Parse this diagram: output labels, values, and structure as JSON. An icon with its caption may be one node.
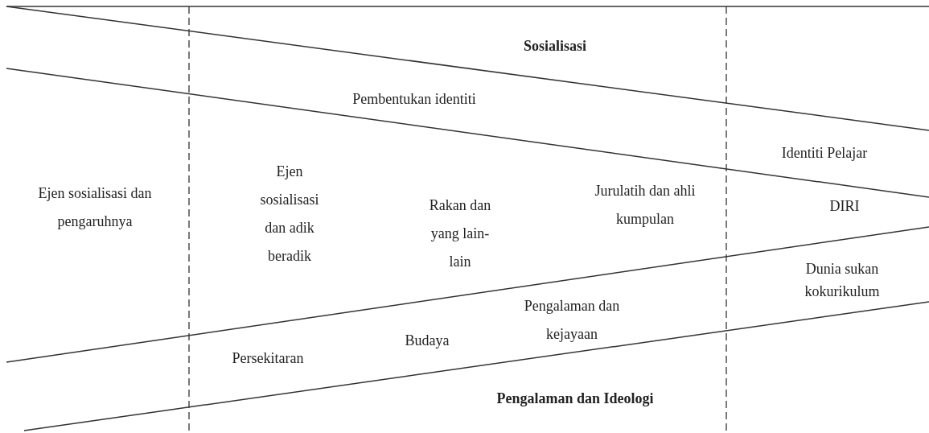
{
  "diagram": {
    "labels": [
      "Sosialisasi",
      "Pembentukan identiti",
      "Identiti Pelajar",
      "Ejen sosialisasi dan pengaruhnya",
      "Ejen sosialisasi dan adik beradik",
      "Rakan dan yang lain-lain",
      "Jurulatih dan ahli kumpulan",
      "DIRI",
      "Dunia sukan kokurikulum",
      "Pengalaman dan kejayaan",
      "Budaya",
      "Persekitaran",
      "Pengalaman dan Ideologi"
    ]
  }
}
